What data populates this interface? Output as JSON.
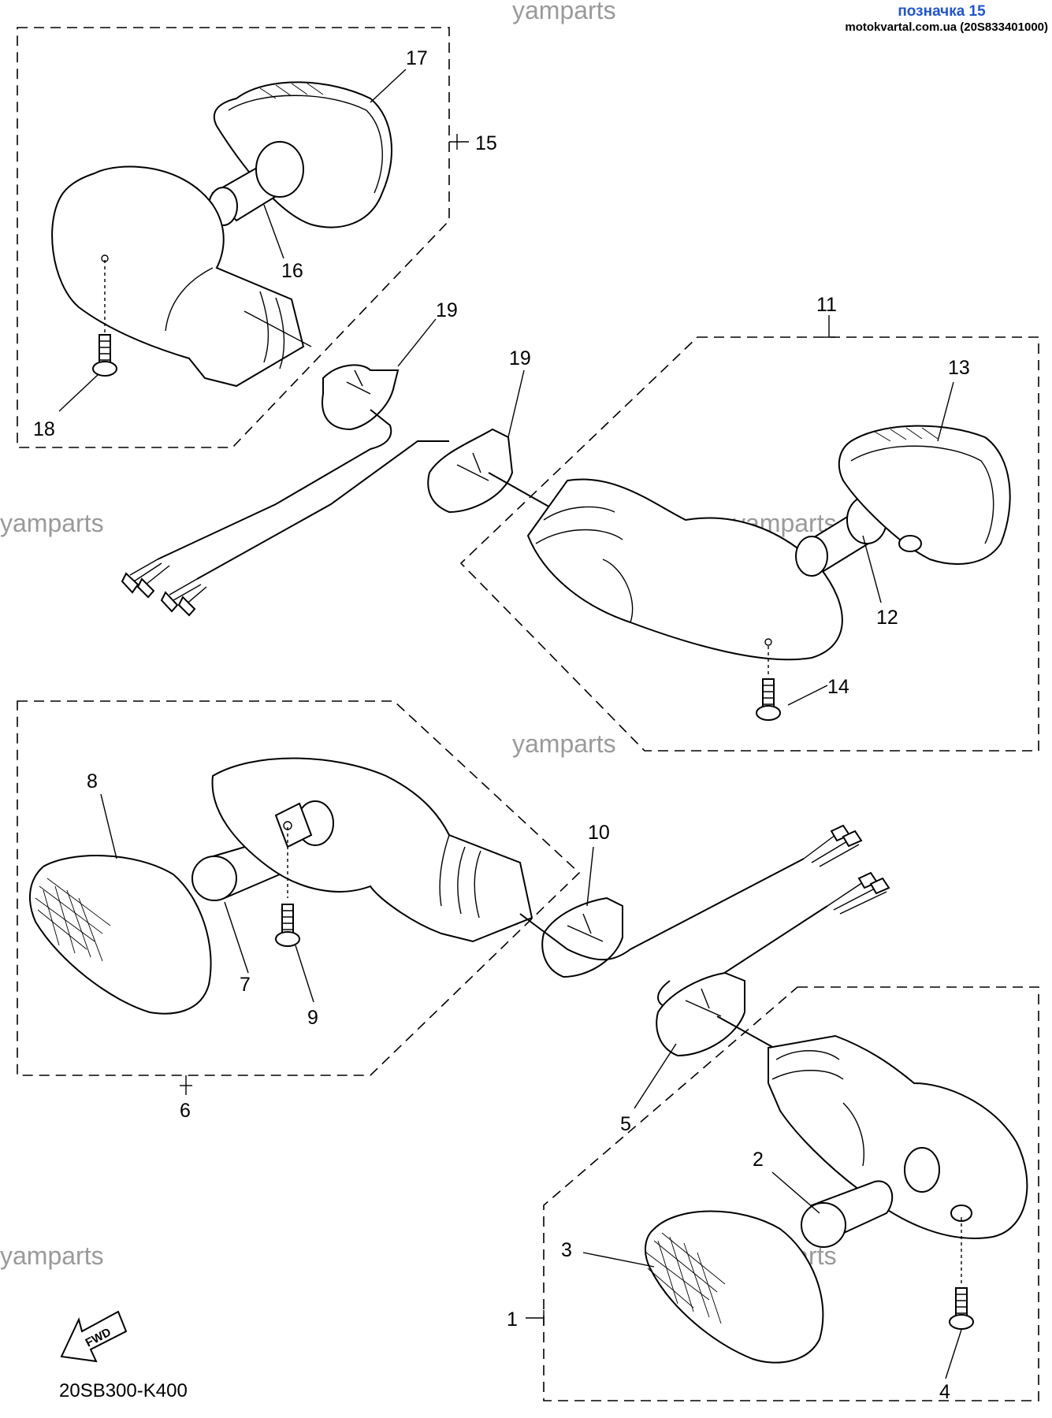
{
  "header": {
    "title": "позначка 15",
    "source": "motokvartal.com.ua (20S833401000)"
  },
  "watermark": "yamparts",
  "diagram": {
    "code": "20SB300-K400",
    "fwd_label": "FWD",
    "callouts": [
      "1",
      "2",
      "3",
      "4",
      "5",
      "6",
      "7",
      "8",
      "9",
      "10",
      "11",
      "12",
      "13",
      "14",
      "15",
      "16",
      "17",
      "18",
      "19",
      "19"
    ]
  }
}
